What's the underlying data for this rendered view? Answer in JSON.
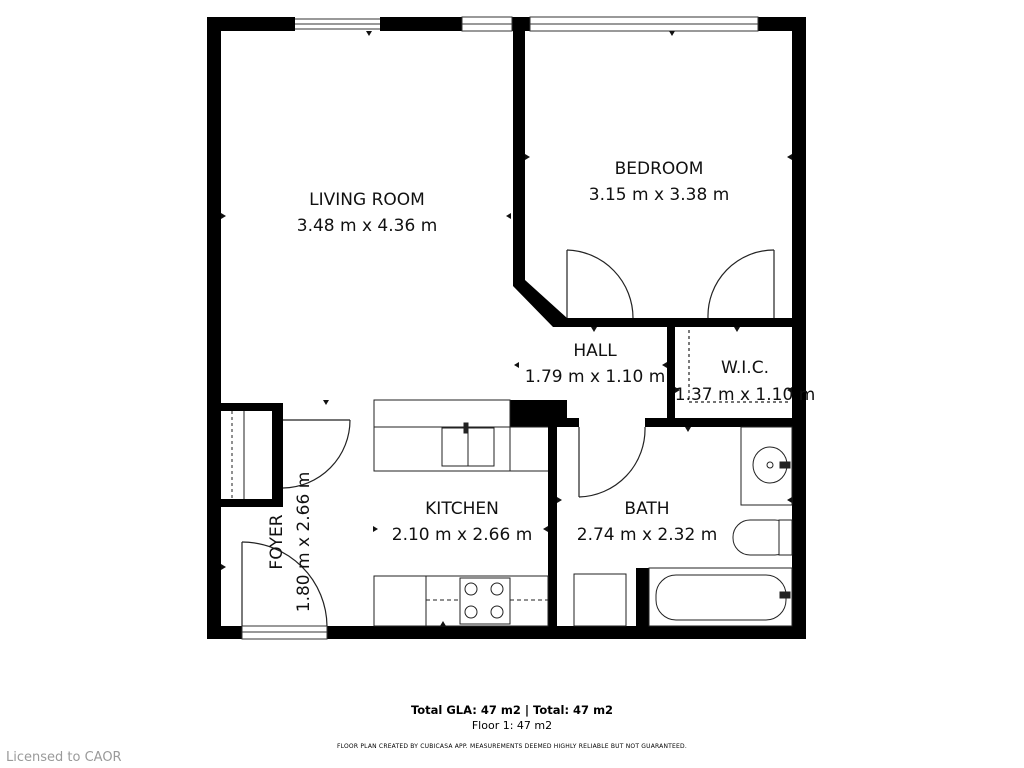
{
  "rooms": {
    "living_room": {
      "name": "LIVING ROOM",
      "size": "3.48 m x 4.36 m"
    },
    "bedroom": {
      "name": "BEDROOM",
      "size": "3.15 m x 3.38 m"
    },
    "hall": {
      "name": "HALL",
      "size": "1.79 m x 1.10 m"
    },
    "wic": {
      "name": "W.I.C.",
      "size": "1.37 m x 1.10 m"
    },
    "kitchen": {
      "name": "KITCHEN",
      "size": "2.10 m x 2.66 m"
    },
    "bath": {
      "name": "BATH",
      "size": "2.74 m x 2.32 m"
    },
    "foyer": {
      "name": "FOYER",
      "size": "1.80 m x 2.66 m"
    }
  },
  "totals": {
    "gla": "Total GLA: 47 m2 | Total: 47 m2",
    "floor": "Floor 1: 47 m2"
  },
  "disclaimer": "FLOOR PLAN CREATED BY CUBICASA APP. MEASUREMENTS DEEMED HIGHLY RELIABLE BUT NOT GUARANTEED.",
  "license": "Licensed to CAOR",
  "colors": {
    "wall": "#000000",
    "line": "#222222",
    "license_text": "#9a9a9a"
  }
}
